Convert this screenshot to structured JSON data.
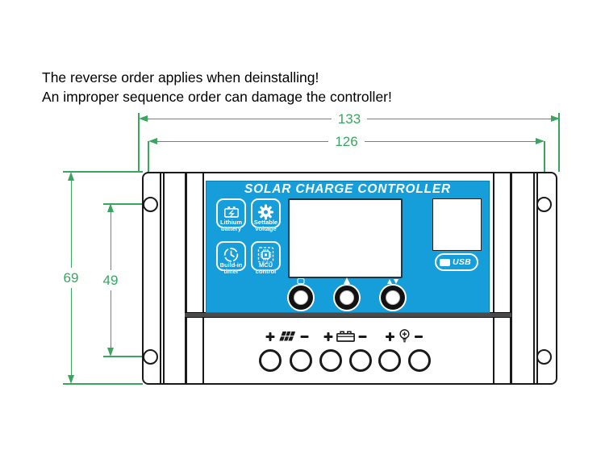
{
  "warning": {
    "line1": "The reverse order applies when deinstalling!",
    "line2": "An improper sequence order can damage the controller!"
  },
  "dimensions": {
    "width_outer": "133",
    "width_holes": "126",
    "height_outer": "69",
    "height_holes": "49"
  },
  "device": {
    "title": "SOLAR CHARGE CONTROLLER",
    "features": [
      {
        "icon": "lithium-battery-icon",
        "line1": "Lithium",
        "line2": "battery"
      },
      {
        "icon": "settable-voltage-gear-icon",
        "line1": "Settable",
        "line2": "voltage"
      },
      {
        "icon": "built-in-timer-clock-icon",
        "line1": "Build-in",
        "line2": "timer"
      },
      {
        "icon": "mcu-control-chip-icon",
        "line1": "MCU",
        "line2": "control"
      }
    ],
    "buttons": [
      {
        "icon": "display-icon"
      },
      {
        "icon": "up-arrow-icon"
      },
      {
        "icon": "up-down-arrow-icon"
      }
    ],
    "usb_label": "USB",
    "terminal_groups": [
      {
        "icon": "solar-panel-icon",
        "plus": "+",
        "minus": "−"
      },
      {
        "icon": "battery-terminal-icon",
        "plus": "+",
        "minus": "−"
      },
      {
        "icon": "load-lamp-icon",
        "plus": "+",
        "minus": "−"
      }
    ],
    "terminal_count": 6
  },
  "colors": {
    "dimension_green": "#3aa55f",
    "panel_blue": "#169edb",
    "outline_black": "#1a1a1a"
  }
}
